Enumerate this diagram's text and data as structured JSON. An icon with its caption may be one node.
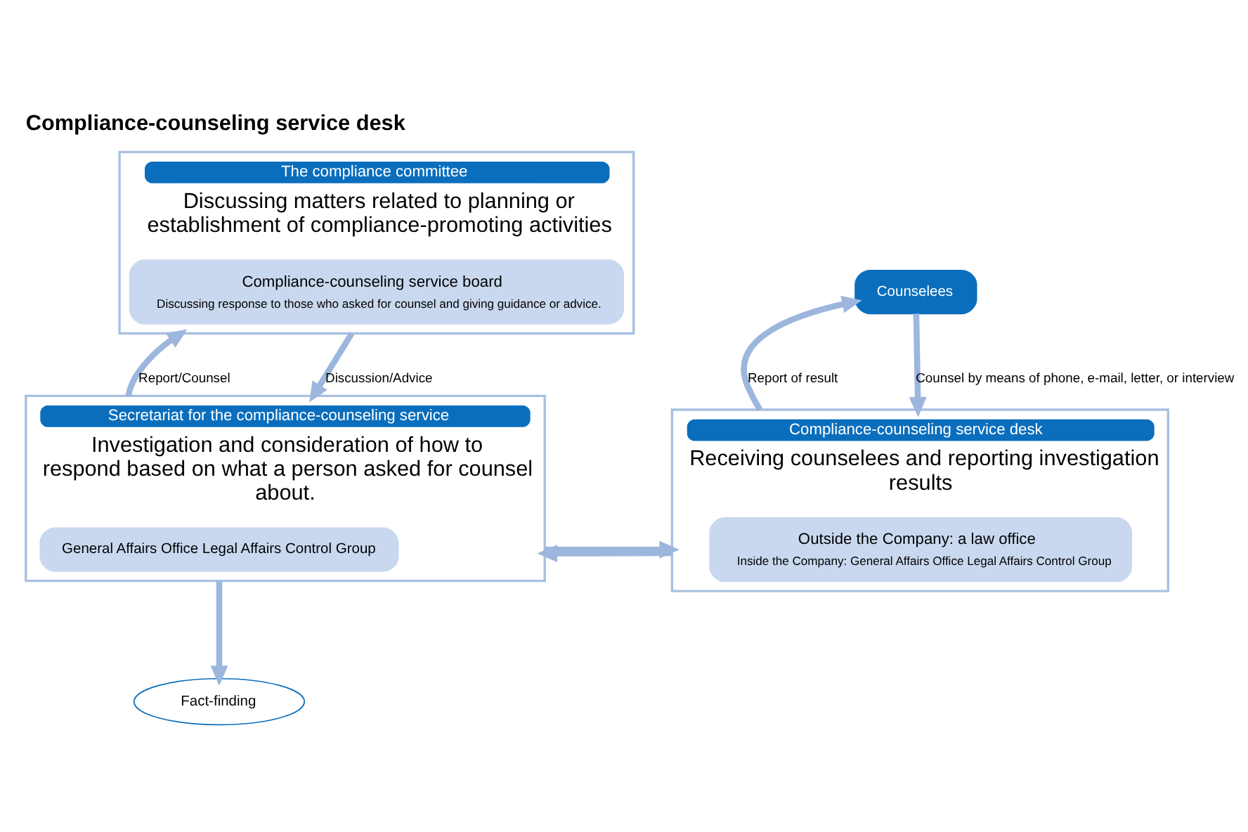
{
  "diagram": {
    "title": "Compliance-counseling service desk",
    "nodes": [
      {
        "text": [
          "The compliance committee",
          "Discussing matters related to planning or establishment of compliance-promoting activities"
        ]
      },
      {
        "text": [
          "Compliance-counseling service board",
          "Discussing response to those who asked for counsel and giving guidance or advice."
        ],
        "in": 0
      },
      {
        "text": [
          "Secretariat for the compliance-counseling service",
          "Investigation and consideration of how to respond based on what a person asked for counsel about."
        ]
      },
      {
        "text": [
          "General Affairs Office Legal Affairs Control Group"
        ],
        "in": 2
      },
      {
        "text": [
          "Counselees"
        ]
      },
      {
        "text": [
          "Compliance-counseling service desk",
          "Receiving counselees and reporting investigation results"
        ]
      },
      {
        "text": [
          "Outside the Company: a law office",
          "Inside the Company: General Affairs Office Legal Affairs Control Group"
        ],
        "in": 5
      },
      {
        "text": [
          "Fact-finding"
        ]
      }
    ],
    "edges": [
      {
        "from": 2,
        "to": 0,
        "arrow": "to",
        "label": "Report/Counsel"
      },
      {
        "from": 0,
        "to": 2,
        "arrow": "to",
        "label": "Discussion/Advice"
      },
      {
        "from": 5,
        "to": 4,
        "arrow": "to",
        "label": "Report of result"
      },
      {
        "from": 4,
        "to": 5,
        "arrow": "to",
        "label": "Counsel by means of phone, e-mail, letter, or interview"
      },
      {
        "from": 5,
        "to": 2,
        "arrow": "to"
      },
      {
        "from": 2,
        "to": 5,
        "arrow": "to"
      },
      {
        "from": 2,
        "to": 7,
        "arrow": "to"
      }
    ]
  }
}
